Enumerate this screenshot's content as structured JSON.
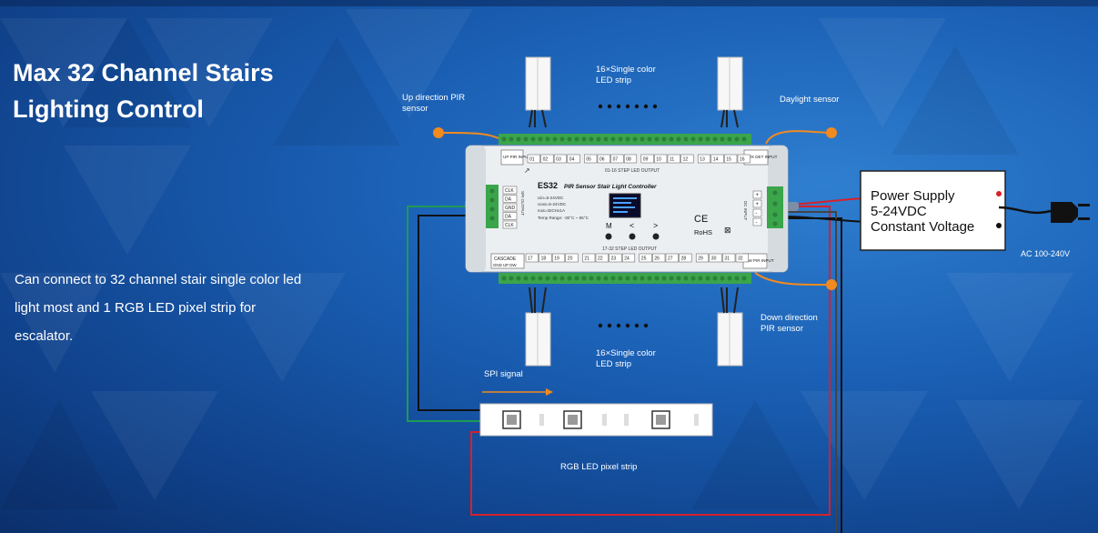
{
  "title": {
    "line1": "Max 32 Channel Stairs",
    "line2": "Lighting Control"
  },
  "description": "Can connect to 32 channel stair single color led light most and 1 RGB LED pixel strip for escalator.",
  "labels": {
    "up_pir": "Up direction PIR sensor",
    "daylight": "Daylight sensor",
    "strip_top": "16×Single color LED strip",
    "strip_bottom": "16×Single color LED strip",
    "down_pir": "Down direction PIR sensor",
    "spi": "SPI signal",
    "rgb_strip": "RGB LED pixel strip",
    "ac": "AC 100-240V"
  },
  "power_supply": {
    "line1": "Power Supply",
    "line2": "5-24VDC",
    "line3": "Constant Voltage"
  },
  "controller": {
    "model": "ES32",
    "name": "PIR Sensor Stair Light Controller",
    "specs": [
      "Uin=5-24VDC",
      "Uout=5-24VDC",
      "Iout=32CHx1A",
      "Temp Range: -30°C ~ 55°C"
    ],
    "top_left_label": "UP PIR INPUT",
    "top_right_label": "LUX DET INPUT",
    "top_output_label": "01-16 STEP LED OUTPUT",
    "top_channels": [
      "01",
      "02",
      "03",
      "04",
      "05",
      "06",
      "07",
      "08",
      "09",
      "10",
      "11",
      "12",
      "13",
      "14",
      "15",
      "16"
    ],
    "bottom_left_label": "CASCADE",
    "bottom_left_sub": "GND UP DW",
    "bottom_right_label": "DW PIR INPUT",
    "bottom_output_label": "17-32 STEP LED OUTPUT",
    "bottom_channels": [
      "17",
      "18",
      "19",
      "20",
      "21",
      "22",
      "23",
      "24",
      "25",
      "26",
      "27",
      "28",
      "29",
      "30",
      "31",
      "32"
    ],
    "spi_pins": [
      "CLK",
      "DA",
      "GND",
      "DA",
      "CLK"
    ],
    "spi_side_label": "SPI OUTPUT",
    "dc_pins": [
      "+",
      "+",
      "-",
      "-"
    ],
    "dc_side_label": "DC INPUT",
    "buttons": [
      "M",
      "<",
      ">"
    ],
    "cert_ce": "CE",
    "cert_rohs": "RoHS",
    "cert_weee": "⊠"
  },
  "colors": {
    "orange": "#f28a1f",
    "green_terminal": "#3aa54a",
    "red_wire": "#d8202a",
    "green_wire": "#1f9a55",
    "black_wire": "#111111"
  }
}
